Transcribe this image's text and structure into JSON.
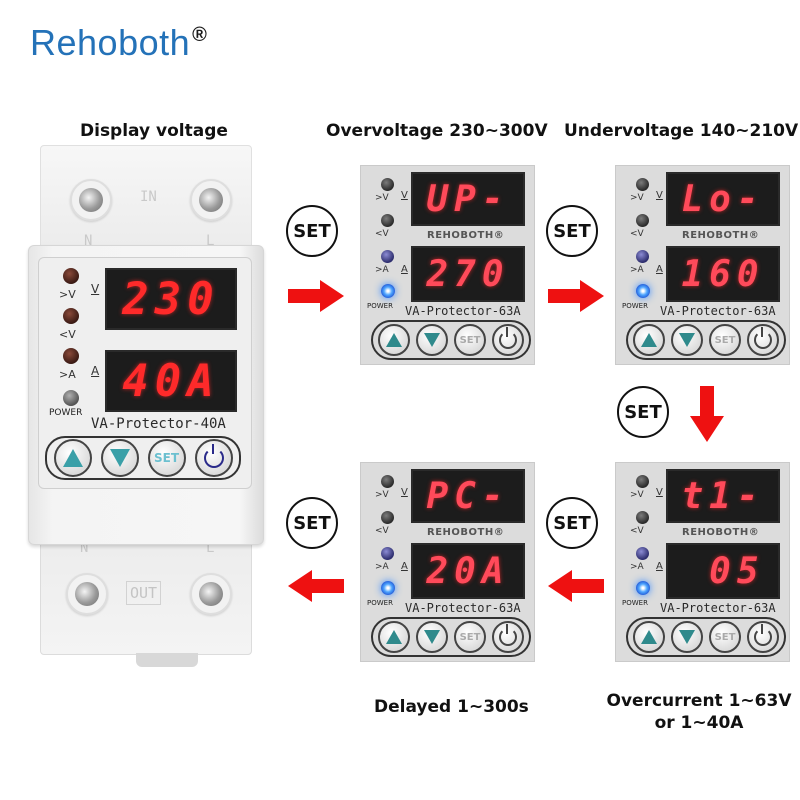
{
  "brand": {
    "name": "Rehoboth",
    "registered": "®"
  },
  "captions": {
    "display_voltage": "Display voltage",
    "overvoltage": "Overvoltage 230~300V",
    "undervoltage": "Undervoltage 140~210V",
    "delayed": "Delayed 1~300s",
    "overcurrent_line1": "Overcurrent 1~63V",
    "overcurrent_line2": "or 1~40A"
  },
  "main_device": {
    "top_terminals": {
      "center_label": "IN",
      "left_label": "N",
      "right_label": "L"
    },
    "bottom_terminals": {
      "center_label": "OUT",
      "left_label": "N",
      "right_label": "L"
    },
    "indicators": [
      ">V",
      "<V",
      ">A"
    ],
    "unit_voltage": "V",
    "unit_current": "A",
    "power_label": "POWER",
    "display_top": "230",
    "display_bottom": "40A",
    "model": "VA-Protector-40A",
    "buttons": {
      "up": "up",
      "down": "down",
      "set": "SET",
      "power": "power"
    }
  },
  "steps": [
    {
      "id": "overvoltage",
      "display_top": "UP-",
      "display_bottom": "270"
    },
    {
      "id": "undervoltage",
      "display_top": "Lo-",
      "display_bottom": "160"
    },
    {
      "id": "overcurrent",
      "display_top": "t1-",
      "display_bottom": " 05"
    },
    {
      "id": "delay",
      "display_top": "PC-",
      "display_bottom": "20A"
    }
  ],
  "small_panel": {
    "indicators": [
      ">V",
      "<V",
      ">A"
    ],
    "unit_voltage": "V",
    "unit_current": "A",
    "power_label": "POWER",
    "brandmark": "REHOBOTH®",
    "model": "VA-Protector-63A",
    "set_label": "SET"
  },
  "flow": {
    "set_label": "SET",
    "arrow_color": "#ee1111"
  },
  "colors": {
    "brand_blue": "#2472b8",
    "segment_red": "#ff2a2a",
    "button_teal": "#3aa0a8",
    "power_blue": "#3c8cff"
  }
}
